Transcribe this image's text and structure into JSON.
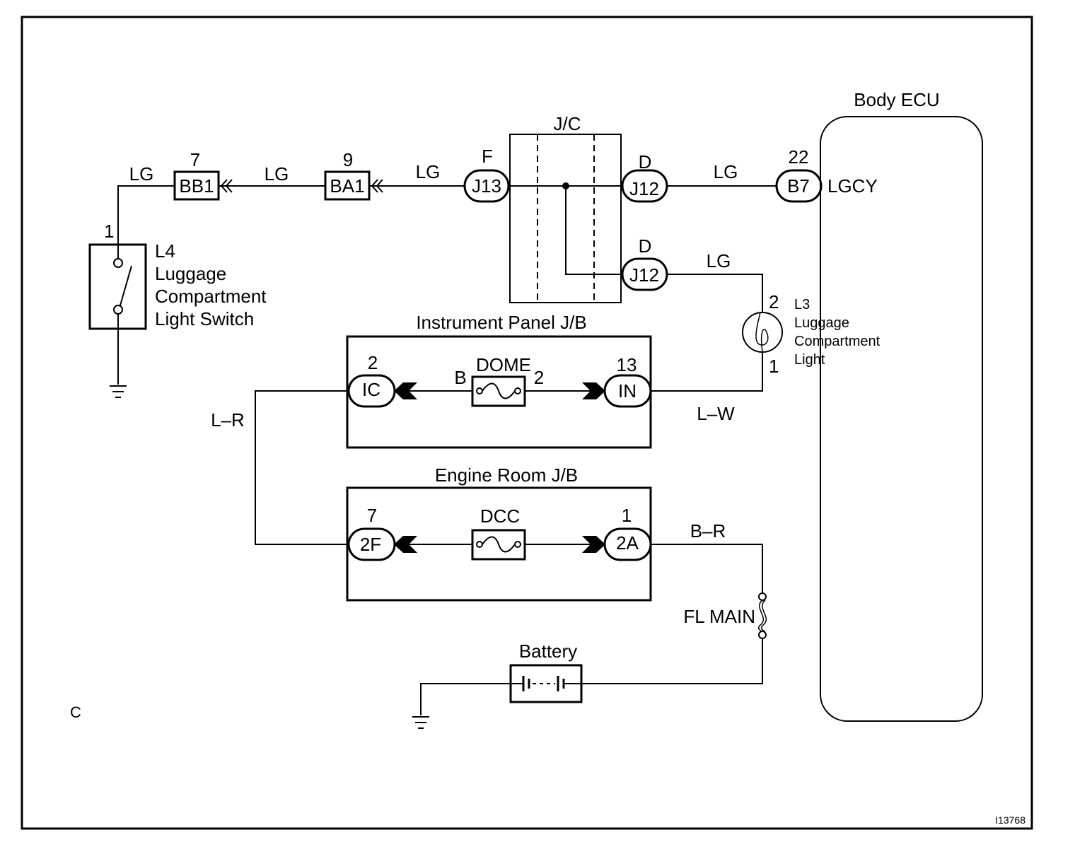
{
  "labels": {
    "body_ecu": "Body ECU",
    "jc": "J/C",
    "instrument_jb": "Instrument Panel J/B",
    "engine_jb": "Engine Room J/B",
    "battery": "Battery",
    "fl_main": "FL MAIN",
    "corner_c": "C",
    "figure_id": "I13768"
  },
  "l4": {
    "code": "L4",
    "line1": "Luggage",
    "line2": "Compartment",
    "line3": "Light Switch",
    "pin": "1"
  },
  "l3": {
    "code": "L3",
    "line1": "Luggage",
    "line2": "Compartment",
    "line3": "Light",
    "pin_top": "2",
    "pin_bottom": "1"
  },
  "connectors": {
    "bb1": {
      "name": "BB1",
      "pin": "7"
    },
    "ba1": {
      "name": "BA1",
      "pin": "9"
    },
    "j13": {
      "name": "J13",
      "pin": "F"
    },
    "j12_top": {
      "name": "J12",
      "pin": "D"
    },
    "j12_bottom": {
      "name": "J12",
      "pin": "D"
    },
    "b7": {
      "name": "B7",
      "pin": "22",
      "signal": "LGCY"
    },
    "ic": {
      "name": "IC",
      "pin": "2"
    },
    "in": {
      "name": "IN",
      "pin": "13"
    },
    "f2": {
      "name": "2F",
      "pin": "7"
    },
    "a2": {
      "name": "2A",
      "pin": "1"
    }
  },
  "fuses": {
    "dome": {
      "name": "DOME",
      "pin_left": "B",
      "pin_right": "2"
    },
    "dcc": {
      "name": "DCC"
    }
  },
  "wires": {
    "lg1": "LG",
    "lg2": "LG",
    "lg3": "LG",
    "lg4": "LG",
    "lg5": "LG",
    "lr": "L–R",
    "lw": "L–W",
    "br": "B–R"
  }
}
